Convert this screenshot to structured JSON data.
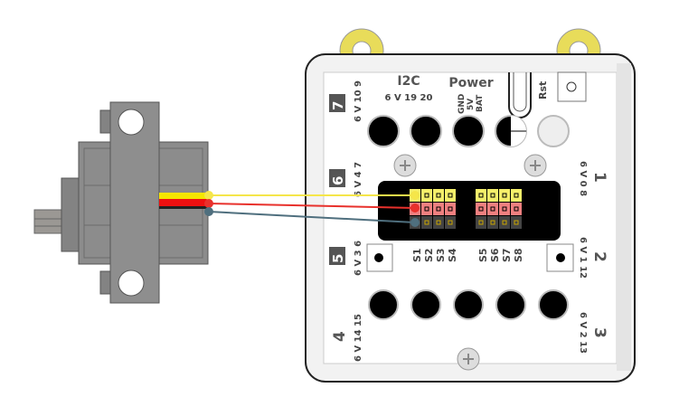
{
  "servo": {
    "wires": {
      "signal": "#f5e64a",
      "power": "#e8312c",
      "ground": "#4f6f7e"
    }
  },
  "board": {
    "i2c": {
      "title": "I2C",
      "pins": "6 V 19 20"
    },
    "power": {
      "title": "Power",
      "pins": [
        "GND",
        "5V",
        "BAT"
      ]
    },
    "reset_label": "Rst",
    "ports": [
      {
        "number": "7",
        "pins": "6 V 10 9"
      },
      {
        "number": "6",
        "pins": "6 V 4 7"
      },
      {
        "number": "5",
        "pins": "6 V 3 6"
      },
      {
        "number": "4",
        "pins": "6 V 14 15"
      },
      {
        "number": "1",
        "pins": "6 V 0 8"
      },
      {
        "number": "2",
        "pins": "6 V 1 12"
      },
      {
        "number": "3",
        "pins": "6 V 2 13"
      }
    ],
    "servo_headers": [
      "S1",
      "S2",
      "S3",
      "S4",
      "S5",
      "S6",
      "S7",
      "S8"
    ],
    "header_colors": {
      "signal": "#f5ef6a",
      "power": "#f08080",
      "ground": "#444444"
    }
  }
}
